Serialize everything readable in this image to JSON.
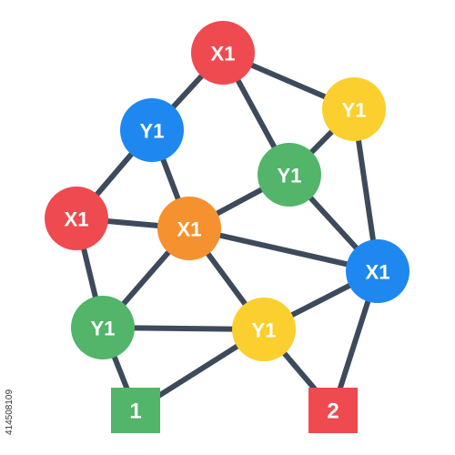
{
  "colors": {
    "edge": "#3d4a5c",
    "red": "#ee4a4f",
    "blue": "#1e88f0",
    "yellow": "#fbcf2e",
    "green": "#52b56a",
    "orange": "#f5912f",
    "terminal_green": "#52b56a",
    "terminal_red": "#ee4a4f"
  },
  "nodes": [
    {
      "id": "n1",
      "label": "X1",
      "color": "red"
    },
    {
      "id": "n2",
      "label": "Y1",
      "color": "blue"
    },
    {
      "id": "n3",
      "label": "Y1",
      "color": "yellow"
    },
    {
      "id": "n4",
      "label": "Y1",
      "color": "green"
    },
    {
      "id": "n5",
      "label": "X1",
      "color": "red"
    },
    {
      "id": "n6",
      "label": "X1",
      "color": "orange"
    },
    {
      "id": "n7",
      "label": "X1",
      "color": "blue"
    },
    {
      "id": "n8",
      "label": "Y1",
      "color": "green"
    },
    {
      "id": "n9",
      "label": "Y1",
      "color": "yellow"
    }
  ],
  "terminals": [
    {
      "id": "t1",
      "label": "1",
      "color": "terminal_green"
    },
    {
      "id": "t2",
      "label": "2",
      "color": "terminal_red"
    }
  ],
  "edges": [
    [
      "n1",
      "n2"
    ],
    [
      "n1",
      "n3"
    ],
    [
      "n1",
      "n4"
    ],
    [
      "n2",
      "n5"
    ],
    [
      "n2",
      "n6"
    ],
    [
      "n3",
      "n4"
    ],
    [
      "n3",
      "n7"
    ],
    [
      "n4",
      "n6"
    ],
    [
      "n4",
      "n7"
    ],
    [
      "n5",
      "n6"
    ],
    [
      "n5",
      "n8"
    ],
    [
      "n6",
      "n7"
    ],
    [
      "n6",
      "n8"
    ],
    [
      "n6",
      "n9"
    ],
    [
      "n7",
      "n9"
    ],
    [
      "n7",
      "t2"
    ],
    [
      "n8",
      "n9"
    ],
    [
      "n8",
      "t1"
    ],
    [
      "n9",
      "t1"
    ],
    [
      "n9",
      "t2"
    ]
  ],
  "stock_id": "414508109"
}
